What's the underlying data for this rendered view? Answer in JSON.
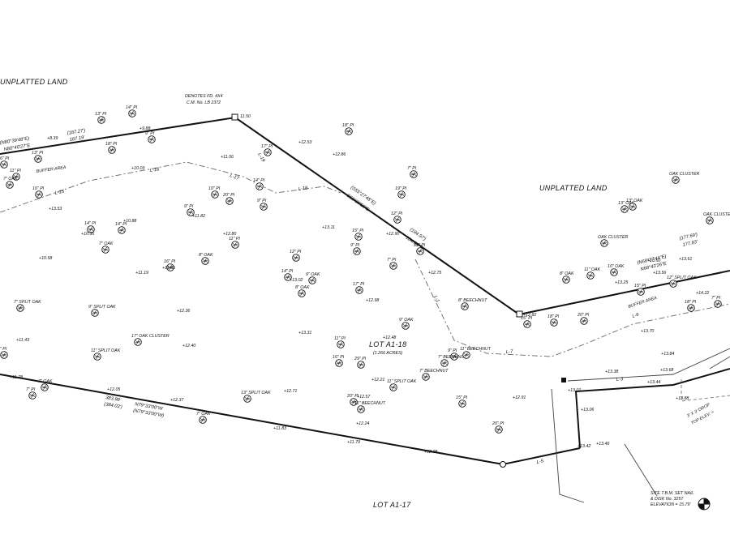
{
  "areas": {
    "unplatted_left": "UNPLATTED LAND",
    "unplatted_right": "UNPLATTED LAND",
    "lot_a1_18": "LOT A1-18",
    "lot_a1_18_acres": "(1.266 ACRES)",
    "lot_a1_17": "LOT A1-17",
    "buffer_left": "BUFFER AREA",
    "buffer_right": "BUFFER AREA"
  },
  "notes": {
    "monument_1": "DENOTES FD. 4X4",
    "monument_2": "C.M. No. LB 2372",
    "tbm_1": "SITE T.B.M. SET NAIL",
    "tbm_2": "& DISK No. 3257",
    "tbm_3": "ELEVATION = 15.79'",
    "drop_1": "3' X 3' DROP",
    "drop_2": "TOP ELEV. ="
  },
  "bearings": {
    "nw_1": "(N80°39'48\"E)",
    "nw_2": "N80°40'27\"E",
    "nw_3": "(187.27')",
    "nw_4": "187.19'",
    "ne_1": "(S55°27'48\"E)",
    "ne_2": "S55°26'56\"E",
    "ne_3": "(184.97')",
    "ne_4": "184.68'",
    "s_1": "383.98'",
    "s_2": "(384.03')",
    "s_3": "N79°33'00\"W",
    "s_4": "(N79°33'00\"W)",
    "e_1": "(N68°37'44\"E)",
    "e_2": "N68°43'26\"E",
    "e_3": "(177.69')",
    "e_4": "177.83'",
    "l15": "L-15",
    "l16": "L-16",
    "l17": "L-17",
    "l18": "L-18",
    "l19": "L-19",
    "l7": "L-7",
    "l6": "L-6",
    "l5": "L-5",
    "l3": "L-3",
    "l1": "L-1"
  },
  "trees": [
    {
      "label": "14\" PI"
    },
    {
      "label": "13\" PI"
    },
    {
      "label": "9\" PI"
    },
    {
      "label": "18\" PI"
    },
    {
      "label": "13\" PI"
    },
    {
      "label": "16\" PI"
    },
    {
      "label": "11\" PI"
    },
    {
      "label": "7\" OAK"
    },
    {
      "label": "16\" PI"
    },
    {
      "label": "14\" PI"
    },
    {
      "label": "10\" PI"
    },
    {
      "label": "9\" PI"
    },
    {
      "label": "20\" PI"
    },
    {
      "label": "9\" PI"
    },
    {
      "label": "14\" PI"
    },
    {
      "label": "14\" PI"
    },
    {
      "label": "7\" OAK"
    },
    {
      "label": "17\" PI"
    },
    {
      "label": "8\" OAK"
    },
    {
      "label": "11\" PI"
    },
    {
      "label": "16\" PI"
    },
    {
      "label": "13\" OAK"
    },
    {
      "label": "7\" SPLIT OAK"
    },
    {
      "label": "9\" SPLIT OAK"
    },
    {
      "label": "17\" OAK CLUSTER"
    },
    {
      "label": "11\" SPLIT OAK"
    },
    {
      "label": "7\" OAK"
    },
    {
      "label": "7\" PI"
    },
    {
      "label": "13\" SPLIT OAK"
    },
    {
      "label": "7\" OAK"
    },
    {
      "label": "8\" PI"
    },
    {
      "label": "12\" PI"
    },
    {
      "label": "14\" PI"
    },
    {
      "label": "9\" OAK"
    },
    {
      "label": "15\" PI"
    },
    {
      "label": "9\" PI"
    },
    {
      "label": "12\" PI"
    },
    {
      "label": "17\" PI"
    },
    {
      "label": "8\" OAK"
    },
    {
      "label": "7\" PI"
    },
    {
      "label": "11\" PI"
    },
    {
      "label": "16\" PI"
    },
    {
      "label": "29\" PI"
    },
    {
      "label": "9\" OAK"
    },
    {
      "label": "20\" PI"
    },
    {
      "label": "11\" BEECHNUT"
    },
    {
      "label": "7\" BEECHNUT"
    },
    {
      "label": "11\" SPLIT OAK"
    },
    {
      "label": "15\" PI"
    },
    {
      "label": "20\" PI"
    },
    {
      "label": "8\" BEECHNUT"
    },
    {
      "label": "18\" PI"
    },
    {
      "label": "7\" PI"
    },
    {
      "label": "19\" PI"
    },
    {
      "label": "19\" PI"
    },
    {
      "label": "15\" PI"
    },
    {
      "label": "9\" PI"
    },
    {
      "label": "7\" BEECHNUT"
    },
    {
      "label": "11\" BEECHNUT"
    },
    {
      "label": "18\" PI"
    },
    {
      "label": "20\" PI"
    },
    {
      "label": "13\" OAK"
    },
    {
      "label": "OAK CLUSTER"
    },
    {
      "label": "8\" OAK"
    },
    {
      "label": "11\" OAK"
    },
    {
      "label": "10\" OAK"
    },
    {
      "label": "12\" SPLIT OAK"
    },
    {
      "label": "15\" PI"
    },
    {
      "label": "18\" PI"
    },
    {
      "label": "OAK CLUSTER"
    },
    {
      "label": "OAK CLUSTER"
    },
    {
      "label": "7\" PI"
    }
  ],
  "elevations": [
    "11.50",
    "+9.88",
    "+8.39",
    "+12.53",
    "+11.56",
    "+12.86",
    "+10.03",
    "+13.53",
    "+10.88",
    "+10.35",
    "+11.82",
    "+12.80",
    "+13.11",
    "+12.90",
    "+10.58",
    "+11.19",
    "+11.85",
    "+13.02",
    "+12.36",
    "+12.98",
    "+13.31",
    "+12.48",
    "+12.40",
    "+11.43",
    "+12.21",
    "+12.05",
    "+12.37",
    "+12.71",
    "+12.57",
    "+11.78",
    "+12.24",
    "+11.83",
    "+11.79",
    "+12.38",
    "+12.91",
    "+12.75",
    "+12.82",
    "+13.60",
    "+13.38",
    "+13.01",
    "+13.06",
    "+13.46",
    "+13.42",
    "+13.44",
    "+13.68",
    "+13.70",
    "+13.84",
    "+14.22",
    "+13.61",
    "+13.25",
    "+13.56",
    "+13.88"
  ]
}
